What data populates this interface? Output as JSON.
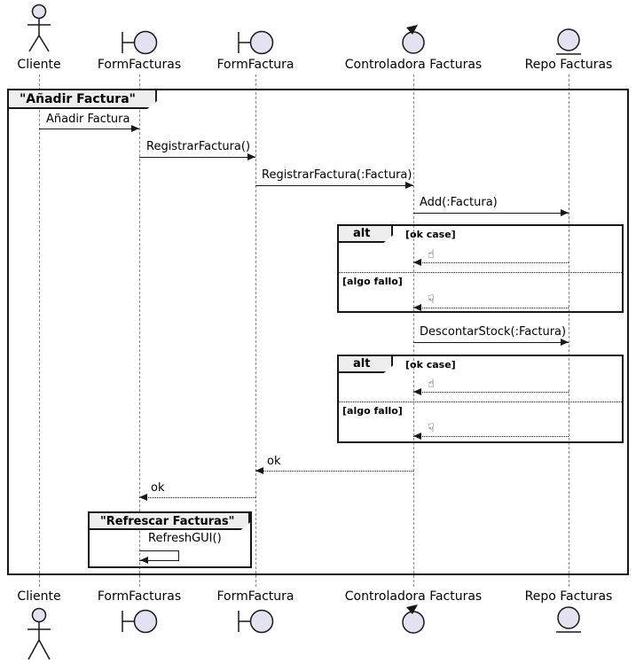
{
  "frame": {
    "title": "\"Añadir Factura\""
  },
  "inner_frame": {
    "title": "\"Refrescar Facturas\""
  },
  "participants": [
    {
      "label": "Cliente",
      "type": "actor",
      "icon": "actor-icon"
    },
    {
      "label": "FormFacturas",
      "type": "boundary",
      "icon": "boundary-icon"
    },
    {
      "label": "FormFactura",
      "type": "boundary",
      "icon": "boundary-icon"
    },
    {
      "label": "Controladora Facturas",
      "type": "control",
      "icon": "control-icon"
    },
    {
      "label": "Repo Facturas",
      "type": "entity",
      "icon": "entity-icon"
    }
  ],
  "messages": [
    {
      "label": "Añadir Factura",
      "from": "Cliente",
      "to": "FormFacturas",
      "line": "solid"
    },
    {
      "label": "RegistrarFactura()",
      "from": "FormFacturas",
      "to": "FormFactura",
      "line": "solid"
    },
    {
      "label": "RegistrarFactura(:Factura)",
      "from": "FormFactura",
      "to": "Controladora Facturas",
      "line": "solid"
    },
    {
      "label": "Add(:Factura)",
      "from": "Controladora Facturas",
      "to": "Repo Facturas",
      "line": "solid"
    },
    {
      "label": "DescontarStock(:Factura)",
      "from": "Controladora Facturas",
      "to": "Repo Facturas",
      "line": "solid"
    },
    {
      "label": "ok",
      "from": "Controladora Facturas",
      "to": "FormFactura",
      "line": "dashed"
    },
    {
      "label": "ok",
      "from": "FormFactura",
      "to": "FormFacturas",
      "line": "dashed"
    },
    {
      "label": "RefreshGUI()",
      "from": "FormFacturas",
      "to": "FormFacturas",
      "line": "self"
    }
  ],
  "alt_blocks": [
    {
      "operator": "alt",
      "guards": [
        "[ok case]",
        "[algo fallo]"
      ],
      "responses": [
        {
          "icon": "thumbs-up-icon",
          "glyph": "☝",
          "from": "Repo Facturas",
          "to": "Controladora Facturas"
        },
        {
          "icon": "thumbs-down-icon",
          "glyph": "☟",
          "from": "Repo Facturas",
          "to": "Controladora Facturas"
        }
      ]
    },
    {
      "operator": "alt",
      "guards": [
        "[ok case]",
        "[algo fallo]"
      ],
      "responses": [
        {
          "icon": "thumbs-up-icon",
          "glyph": "☝",
          "from": "Repo Facturas",
          "to": "Controladora Facturas"
        },
        {
          "icon": "thumbs-down-icon",
          "glyph": "☟",
          "from": "Repo Facturas",
          "to": "Controladora Facturas"
        }
      ]
    }
  ],
  "colors": {
    "participant_fill": "#E2E2F0",
    "stroke": "#181818",
    "frame_tab_fill": "#EEEEEE",
    "lifeline": "#888888"
  }
}
